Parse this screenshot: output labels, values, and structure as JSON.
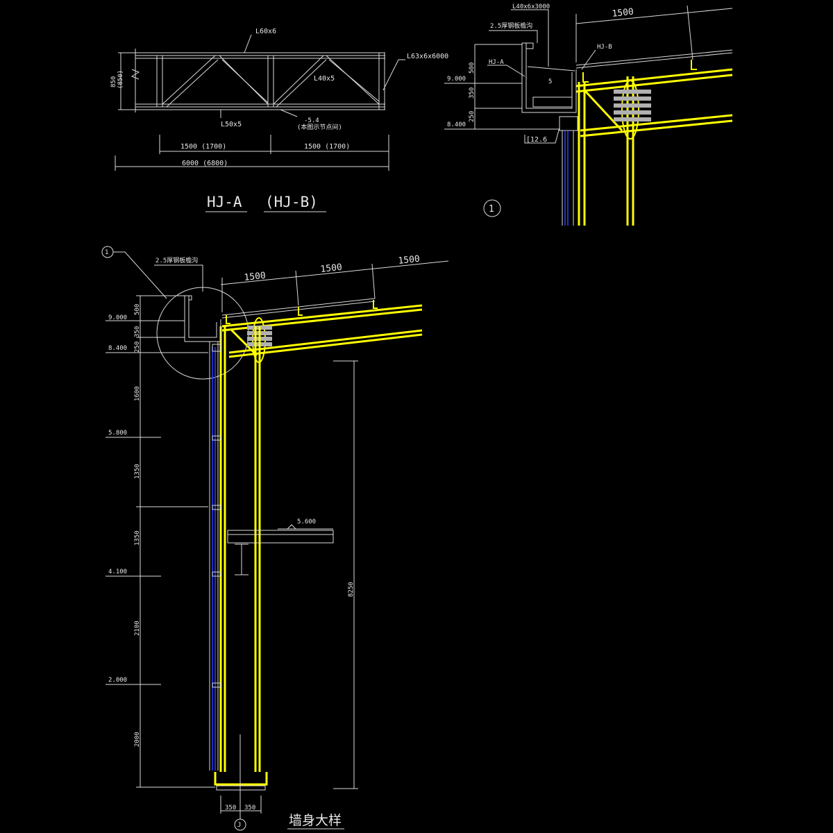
{
  "truss": {
    "title_a": "HJ-A",
    "title_b": "(HJ-B)",
    "top_chord": "L60x6",
    "web": "L40x5",
    "bottom_chord": "L50x5",
    "end_member": "L63x6x6000",
    "gusset_1": "-5.4",
    "gusset_2": "(本图示节点间)",
    "depth_1": "850",
    "depth_2": "(850)",
    "span_1": "1500 (1700)",
    "span_2": "1500 (1700)",
    "total_span": "6000 (6800)"
  },
  "detail1": {
    "top_angle": "L40x6x3000",
    "plate": "2.5厚钢板檐沟",
    "hj_b": "HJ-B",
    "hj_a": "HJ-A",
    "purlin_spacing": "1500",
    "elev_top": "9.000",
    "elev_bot": "8.400",
    "dim_500": "500",
    "dim_350": "350",
    "dim_250": "250",
    "channel": "[12.6",
    "weld": "5",
    "circle": "1"
  },
  "wall": {
    "callout": "1",
    "plate": "2.5厚钢板檐沟",
    "purlin_1": "1500",
    "purlin_2": "1500",
    "purlin_3": "1500",
    "elev_9000": "9.000",
    "elev_8400": "8.400",
    "elev_5800": "5.800",
    "elev_4100": "4.100",
    "elev_2000": "2.000",
    "elev_floor": "5.600",
    "dim_500": "500",
    "dim_350": "350",
    "dim_250": "250",
    "dim_1600": "1600",
    "dim_1350a": "1350",
    "dim_1350b": "1350",
    "dim_2100": "2100",
    "dim_2000": "2000",
    "dim_total": "8250",
    "base_left": "350",
    "base_right": "350",
    "axis": "J",
    "title": "墙身大样"
  }
}
